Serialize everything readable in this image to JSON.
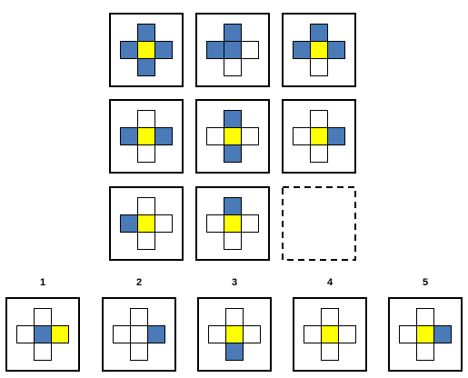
{
  "colors": {
    "blue": "#4a7ab7",
    "yellow": "#ffff00",
    "white": "#ffffff",
    "stroke": "#000000"
  },
  "matrix": [
    [
      "tlrb",
      "tlc",
      "tlr"
    ],
    [
      "lr",
      "tb",
      "r"
    ],
    [
      "l",
      "t",
      null
    ]
  ],
  "options": [
    {
      "label": "1",
      "cells": "c",
      "center": "blue",
      "right": "yellow"
    },
    {
      "label": "2",
      "cells": "r",
      "center": "white"
    },
    {
      "label": "3",
      "cells": "b",
      "center": "yellow"
    },
    {
      "label": "4",
      "cells": "",
      "center": "yellow"
    },
    {
      "label": "5",
      "cells": "r",
      "center": "yellow"
    }
  ],
  "missing_cell": "dashed-box"
}
